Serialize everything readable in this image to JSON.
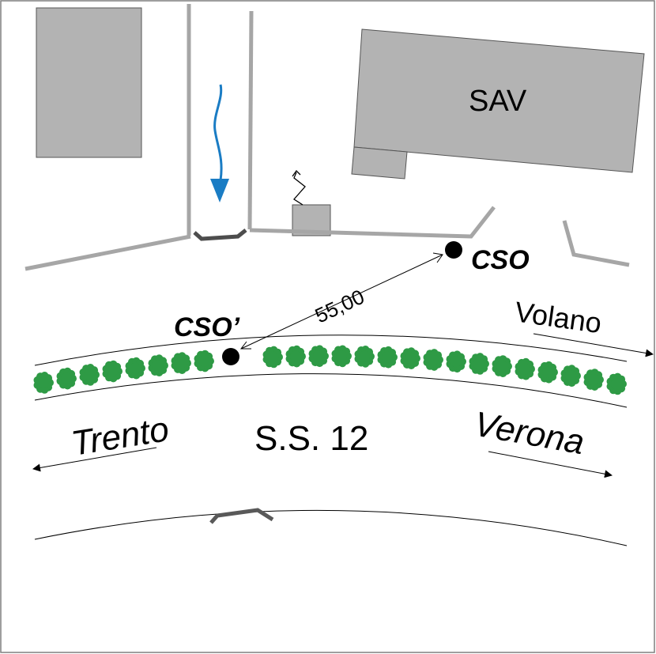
{
  "labels": {
    "building": "SAV",
    "point_a": "CSO",
    "point_b": "CSO’",
    "distance": "55,00",
    "road": "S.S. 12",
    "dir_trento": "Trento",
    "dir_verona": "Verona",
    "dir_volano": "Volano"
  },
  "colors": {
    "building": "#b3b3b3",
    "hedge": "#2e9a45",
    "flow_arrow": "#1a7cc4",
    "road_edge": "#a6a6a6",
    "culvert": "#595959"
  },
  "icons": {
    "flow": "flow-arrow-icon",
    "antenna": "antenna-icon"
  }
}
